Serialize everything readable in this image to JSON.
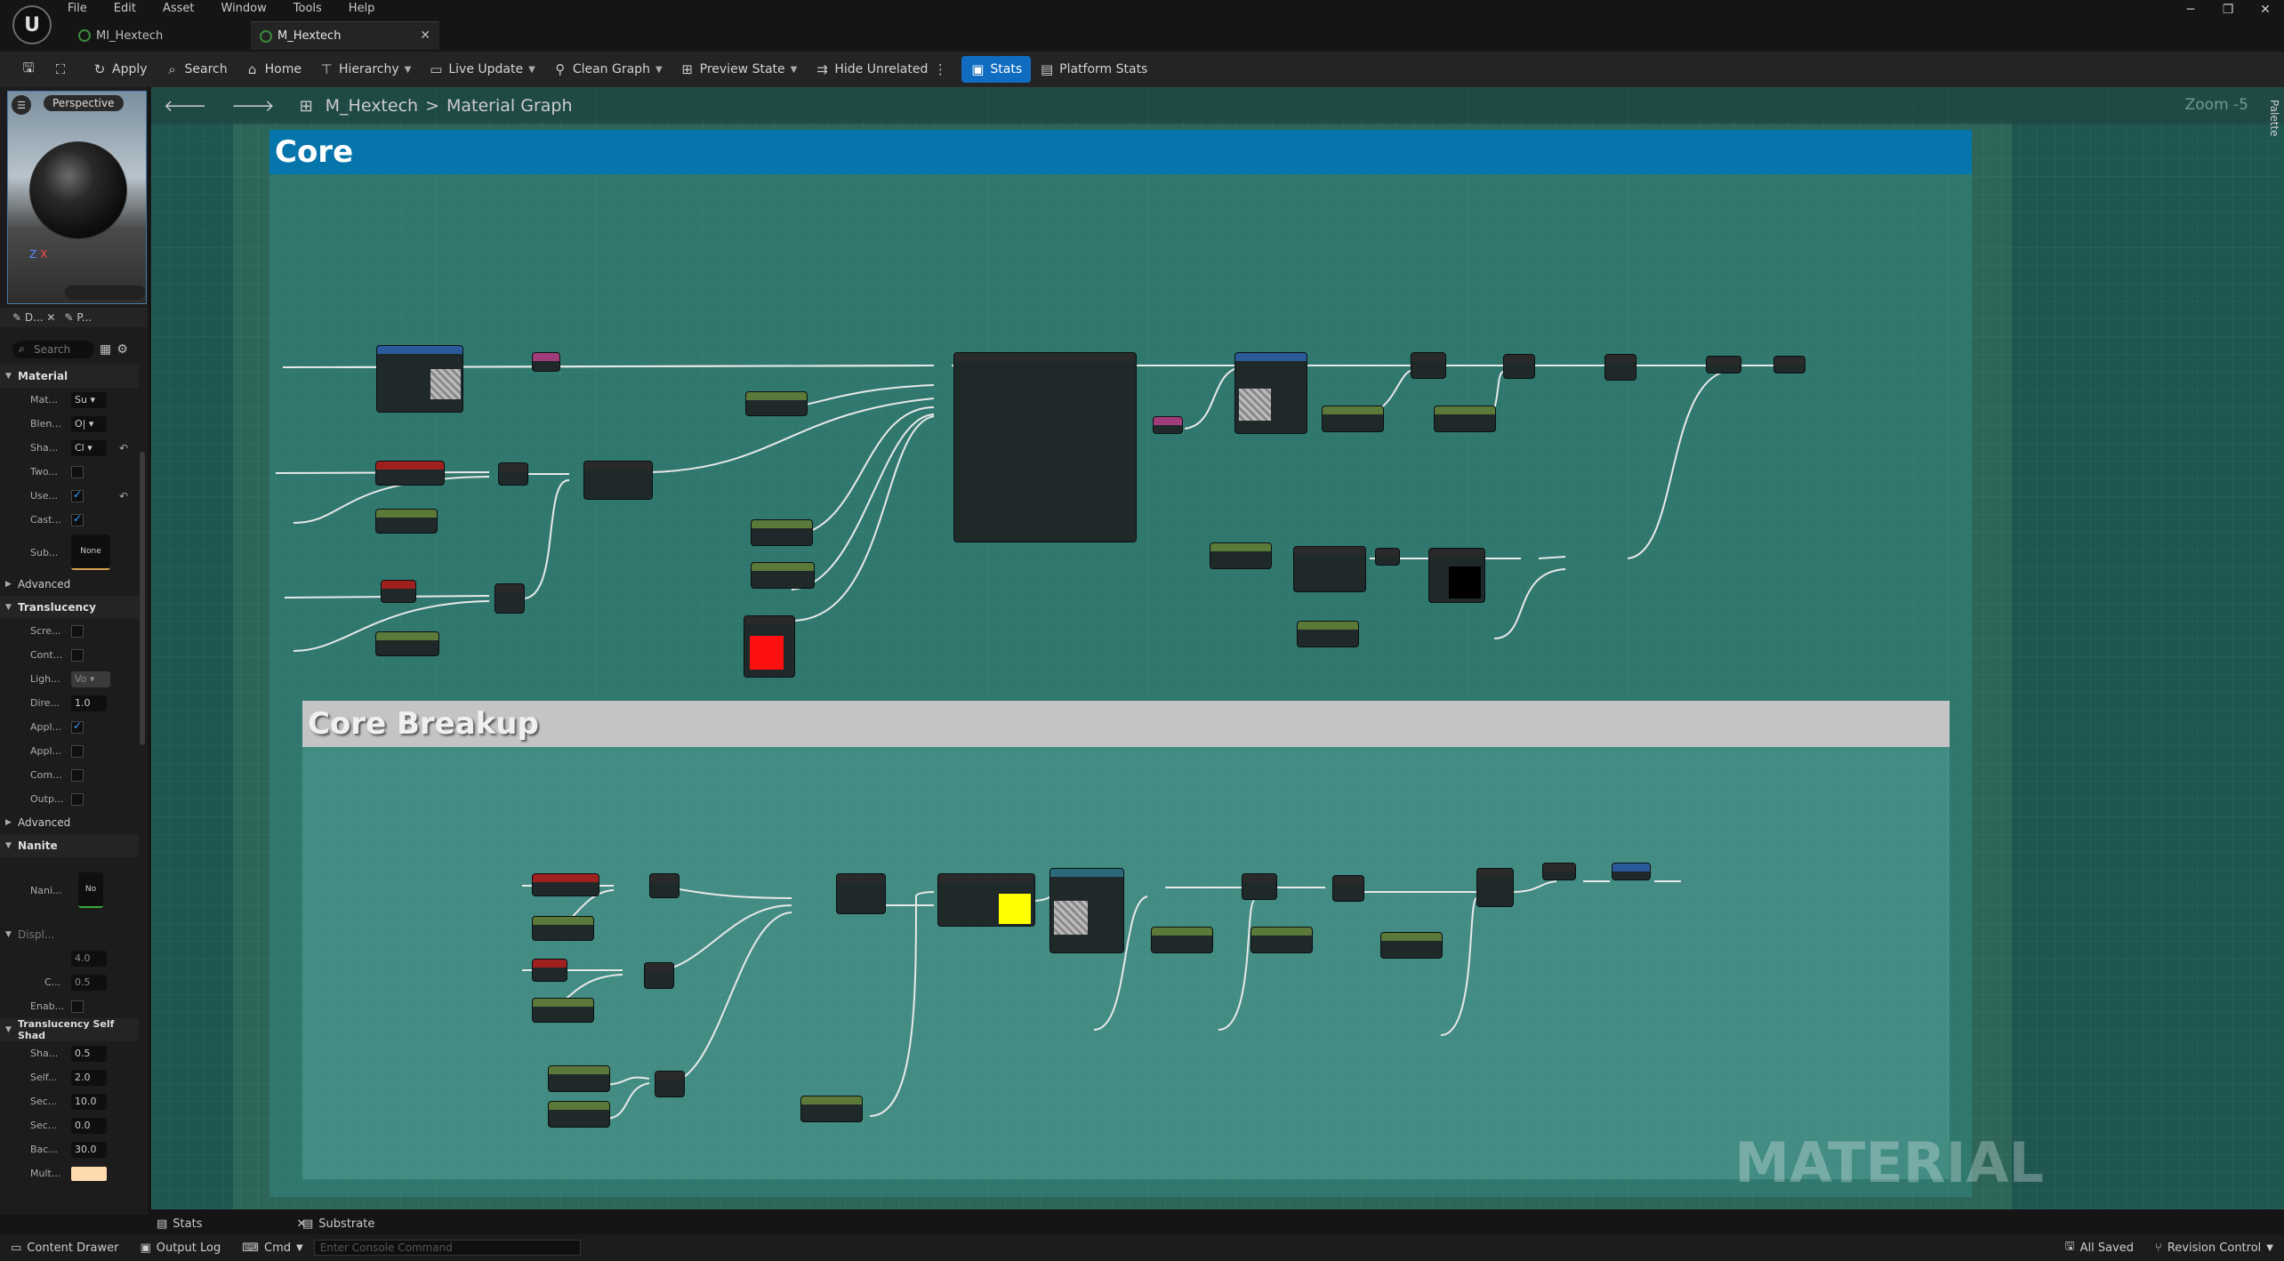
{
  "menu": {
    "items": [
      "File",
      "Edit",
      "Asset",
      "Window",
      "Tools",
      "Help"
    ]
  },
  "tabs": [
    {
      "label": "MI_Hextech",
      "active": false
    },
    {
      "label": "M_Hextech",
      "active": true
    }
  ],
  "window_controls": {
    "minimize": "─",
    "restore": "❐",
    "close": "✕"
  },
  "toolbar": {
    "apply": "Apply",
    "search": "Search",
    "home": "Home",
    "hierarchy": "Hierarchy",
    "live_update": "Live Update",
    "clean_graph": "Clean Graph",
    "preview_state": "Preview State",
    "hide_unrelated": "Hide Unrelated",
    "stats": "Stats",
    "platform_stats": "Platform Stats"
  },
  "viewport": {
    "mode": "Perspective",
    "axis_z": "Z",
    "axis_x": "X"
  },
  "details_tabs": {
    "details": "D...",
    "palette": "P..."
  },
  "details_search": {
    "placeholder": "Search"
  },
  "sections": {
    "material": "Material",
    "advanced": "Advanced",
    "translucency": "Translucency",
    "advanced2": "Advanced",
    "nanite": "Nanite",
    "displacement": "Displ...",
    "translucency_self_shadow": "Translucency Self Shad"
  },
  "material_props": [
    {
      "label": "Mat...",
      "value": "Su",
      "kind": "select"
    },
    {
      "label": "Blen...",
      "value": "O|",
      "kind": "select"
    },
    {
      "label": "Sha...",
      "value": "Cl",
      "kind": "select"
    },
    {
      "label": "Two...",
      "checked": false,
      "kind": "check"
    },
    {
      "label": "Use...",
      "checked": true,
      "kind": "check"
    },
    {
      "label": "Cast...",
      "checked": true,
      "kind": "check"
    },
    {
      "label": "Sub...",
      "value": "None",
      "kind": "asset"
    }
  ],
  "translucency_props": [
    {
      "label": "Scre...",
      "checked": false
    },
    {
      "label": "Cont...",
      "checked": false
    },
    {
      "label": "Ligh...",
      "value": "Vo"
    },
    {
      "label": "Dire...",
      "value": "1.0"
    },
    {
      "label": "Appl...",
      "checked": true
    },
    {
      "label": "Appl...",
      "checked": false
    },
    {
      "label": "Com...",
      "checked": false
    },
    {
      "label": "Outp...",
      "checked": false
    }
  ],
  "nanite": {
    "label": "Nani...",
    "value": "No"
  },
  "displacement_props": [
    {
      "label": "",
      "value": "4.0"
    },
    {
      "label": "C...",
      "value": "0.5"
    },
    {
      "label": "Enab...",
      "checked": false
    }
  ],
  "self_shadow_props": [
    {
      "label": "Sha...",
      "value": "0.5"
    },
    {
      "label": "Self...",
      "value": "2.0"
    },
    {
      "label": "Sec...",
      "value": "10.0"
    },
    {
      "label": "Sec...",
      "value": "0.0"
    },
    {
      "label": "Bac...",
      "value": "30.0"
    },
    {
      "label": "Mult...",
      "value": ""
    }
  ],
  "graph": {
    "breadcrumb_asset": "M_Hextech",
    "breadcrumb_sep": ">",
    "breadcrumb_graph": "Material Graph",
    "zoom": "Zoom -5",
    "palette": "Palette",
    "watermark": "MATERIAL",
    "comment_core": "Core",
    "comment_breakup": "Core Breakup"
  },
  "bottom_tabs": {
    "stats": "Stats",
    "substrate": "Substrate"
  },
  "statusbar": {
    "content_drawer": "Content Drawer",
    "output_log": "Output Log",
    "cmd": "Cmd",
    "console_placeholder": "Enter Console Command",
    "all_saved": "All Saved",
    "revision_control": "Revision Control"
  }
}
